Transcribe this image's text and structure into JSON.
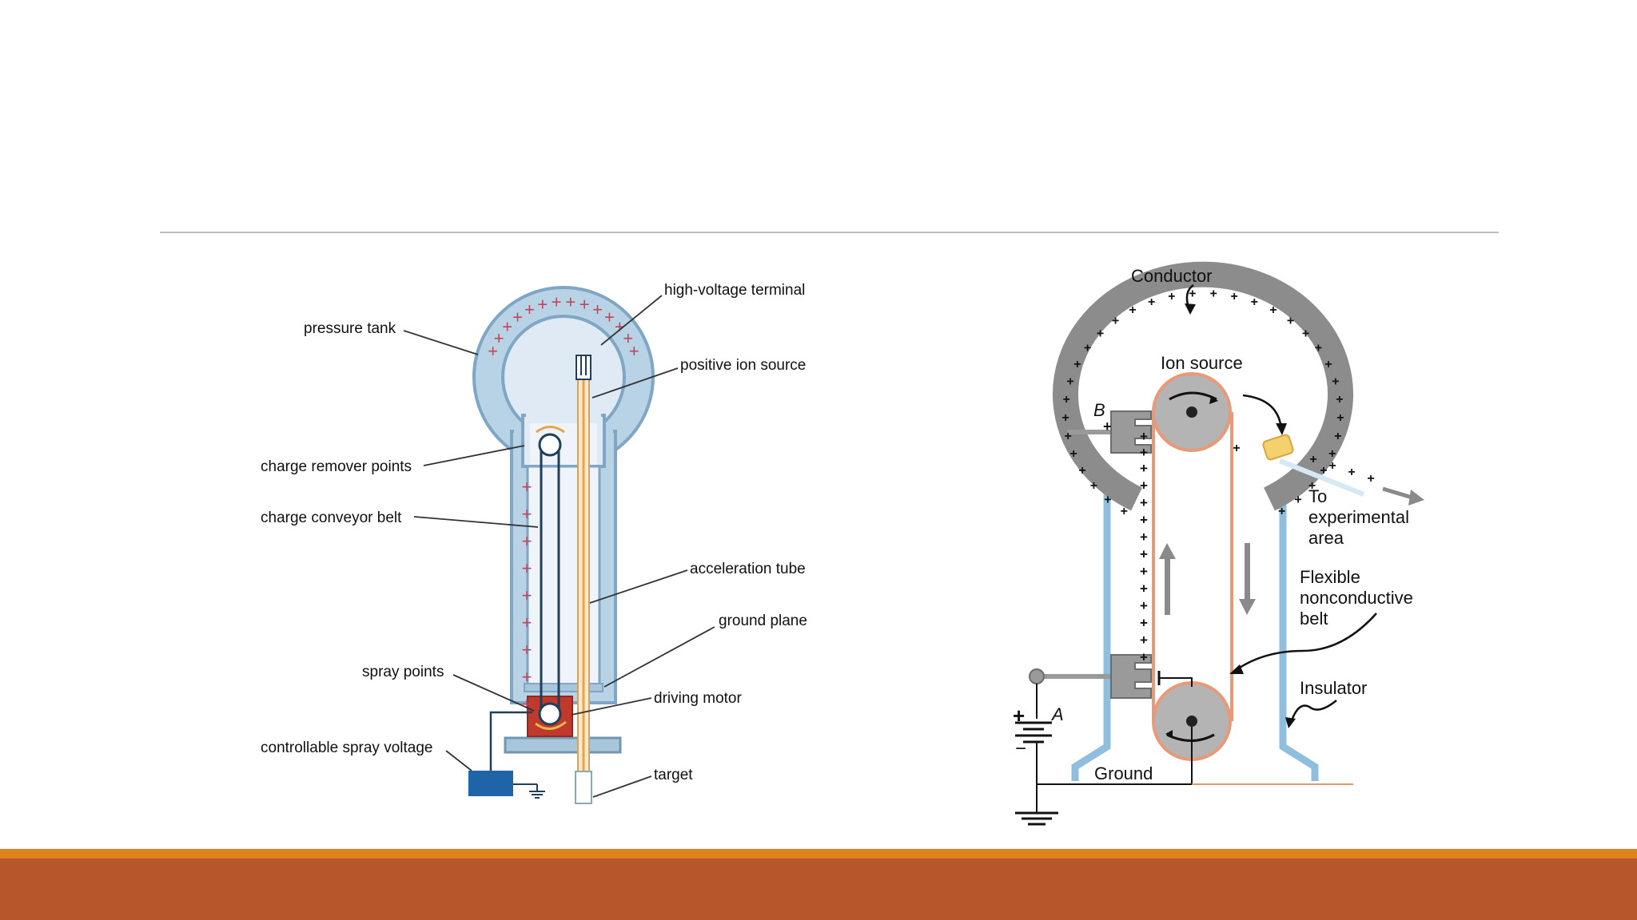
{
  "slide": {
    "colors": {
      "background": "#ffffff",
      "divider": "#bdbdbd",
      "band_top": "#e0821e",
      "band_bottom": "#b7562a"
    }
  },
  "left_diagram": {
    "labels": {
      "high_voltage_terminal": "high-voltage terminal",
      "pressure_tank": "pressure tank",
      "positive_ion_source": "positive ion source",
      "charge_remover_points": "charge remover points",
      "charge_conveyor_belt": "charge conveyor belt",
      "acceleration_tube": "acceleration tube",
      "ground_plane": "ground plane",
      "spray_points": "spray points",
      "driving_motor": "driving motor",
      "controllable_spray_voltage": "controllable spray voltage",
      "target": "target"
    },
    "charge_symbol": "+"
  },
  "right_diagram": {
    "labels": {
      "conductor": "Conductor",
      "ion_source": "Ion source",
      "b": "B",
      "a": "A",
      "to_experimental_area": [
        "To",
        "experimental",
        "area"
      ],
      "flexible_belt": [
        "Flexible",
        "nonconductive",
        "belt"
      ],
      "insulator": "Insulator",
      "ground": "Ground"
    },
    "charge_symbol": "+",
    "minus_symbol": "−"
  }
}
